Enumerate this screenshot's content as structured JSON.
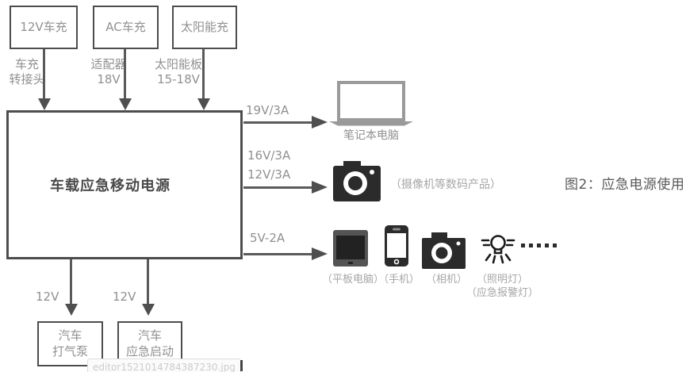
{
  "figure": {
    "caption": "图2：应急电源使用",
    "watermark": "editor1521014784387230.jpg"
  },
  "main_unit": {
    "title": "车载应急移动电源"
  },
  "inputs": [
    {
      "box_label": "12V车充",
      "note_line1": "车充",
      "note_line2": "转接头"
    },
    {
      "box_label": "AC车充",
      "note_line1": "适配器",
      "note_line2": "18V"
    },
    {
      "box_label": "太阳能充",
      "note_line1": "太阳能板",
      "note_line2": "15-18V"
    }
  ],
  "outputs": {
    "laptop": {
      "rating": "19V/3A",
      "icon": "laptop-icon",
      "label": "笔记本电脑"
    },
    "camera_group": {
      "rating1": "16V/3A",
      "rating2": "12V/3A",
      "icon": "camera-icon",
      "label": "（摄像机等数码产品）"
    },
    "usb_group": {
      "rating": "5V-2A",
      "ellipsis": "·····",
      "devices": [
        {
          "icon": "tablet-icon",
          "label": "（平板电脑）"
        },
        {
          "icon": "phone-icon",
          "label": "（手机）"
        },
        {
          "icon": "camera-icon",
          "label": "（相机）"
        },
        {
          "icon": "light-bulb-icon",
          "label": "（照明灯）",
          "label2": "（应急报警灯）"
        }
      ]
    }
  },
  "bottom_outputs": [
    {
      "voltage": "12V",
      "box_line1": "汽车",
      "box_line2": "打气泵"
    },
    {
      "voltage": "12V",
      "box_line1": "汽车",
      "box_line2": "应急启动"
    }
  ],
  "colors": {
    "line": "#5a5a5a",
    "arrowhead": "#4f4f4f",
    "box_border": "#4d4d4d",
    "gray_text": "#909090",
    "light_gray_text": "#a6a6a6",
    "icon_dark": "#2b2b2b",
    "laptop_gray": "#9a9a9a",
    "title_text": "#4a4a4a",
    "caption_text": "#595959",
    "watermark_text": "#cccccc"
  }
}
